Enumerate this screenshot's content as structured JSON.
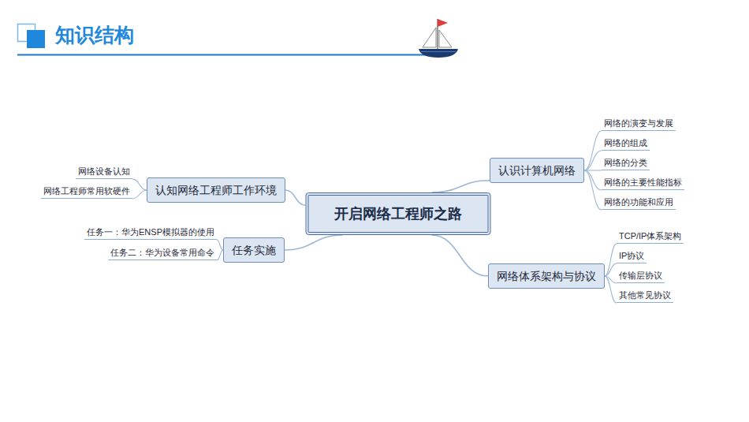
{
  "diagram": {
    "title": "知识结构",
    "nodes": [
      {
        "text": [
          "开启网络工程师之路"
        ]
      },
      {
        "text": [
          "认识计算机网络"
        ]
      },
      {
        "text": [
          "网络的演变与发展"
        ]
      },
      {
        "text": [
          "网络的组成"
        ]
      },
      {
        "text": [
          "网络的分类"
        ]
      },
      {
        "text": [
          "网络的主要性能指标"
        ]
      },
      {
        "text": [
          "网络的功能和应用"
        ]
      },
      {
        "text": [
          "网络体系架构与协议"
        ]
      },
      {
        "text": [
          "TCP/IP体系架构"
        ]
      },
      {
        "text": [
          "IP协议"
        ]
      },
      {
        "text": [
          "传输层协议"
        ]
      },
      {
        "text": [
          "其他常见协议"
        ]
      },
      {
        "text": [
          "认知网络工程师工作环境"
        ]
      },
      {
        "text": [
          "网络设备认知"
        ]
      },
      {
        "text": [
          "网络工程师常用软硬件"
        ]
      },
      {
        "text": [
          "任务实施"
        ]
      },
      {
        "text": [
          "任务一：华为ENSP模拟器的使用"
        ]
      },
      {
        "text": [
          "任务二：华为设备常用命令"
        ]
      }
    ],
    "edges": [
      {
        "from": 0,
        "to": 1,
        "arrow": "none"
      },
      {
        "from": 1,
        "to": 2,
        "arrow": "none"
      },
      {
        "from": 1,
        "to": 3,
        "arrow": "none"
      },
      {
        "from": 1,
        "to": 4,
        "arrow": "none"
      },
      {
        "from": 1,
        "to": 5,
        "arrow": "none"
      },
      {
        "from": 1,
        "to": 6,
        "arrow": "none"
      },
      {
        "from": 0,
        "to": 7,
        "arrow": "none"
      },
      {
        "from": 7,
        "to": 8,
        "arrow": "none"
      },
      {
        "from": 7,
        "to": 9,
        "arrow": "none"
      },
      {
        "from": 7,
        "to": 10,
        "arrow": "none"
      },
      {
        "from": 7,
        "to": 11,
        "arrow": "none"
      },
      {
        "from": 0,
        "to": 12,
        "arrow": "none"
      },
      {
        "from": 12,
        "to": 13,
        "arrow": "none"
      },
      {
        "from": 12,
        "to": 14,
        "arrow": "none"
      },
      {
        "from": 0,
        "to": 15,
        "arrow": "none"
      },
      {
        "from": 15,
        "to": 16,
        "arrow": "none"
      },
      {
        "from": 15,
        "to": 17,
        "arrow": "none"
      }
    ]
  }
}
